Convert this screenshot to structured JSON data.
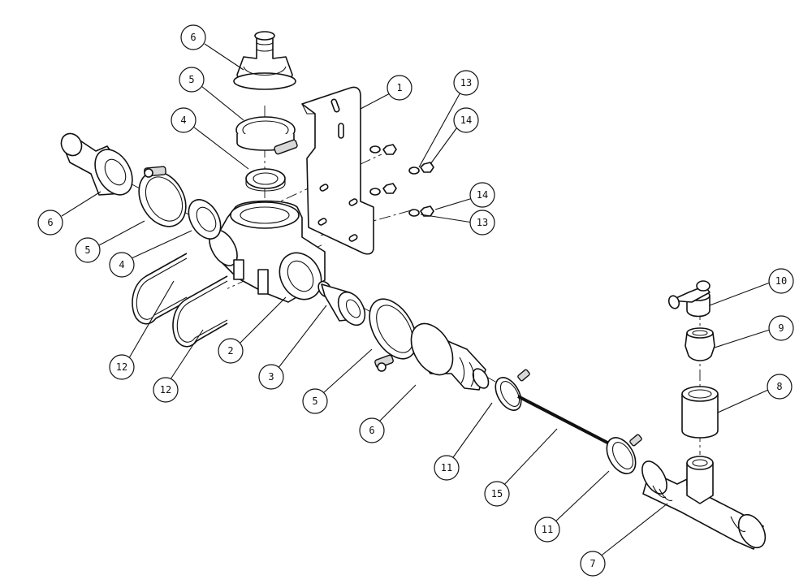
{
  "callouts": [
    {
      "id": "c6a",
      "label": "6"
    },
    {
      "id": "c5a",
      "label": "5"
    },
    {
      "id": "c4a",
      "label": "4"
    },
    {
      "id": "c1",
      "label": "1"
    },
    {
      "id": "c13a",
      "label": "13"
    },
    {
      "id": "c14a",
      "label": "14"
    },
    {
      "id": "c14b",
      "label": "14"
    },
    {
      "id": "c13b",
      "label": "13"
    },
    {
      "id": "c6b",
      "label": "6"
    },
    {
      "id": "c5b",
      "label": "5"
    },
    {
      "id": "c4b",
      "label": "4"
    },
    {
      "id": "c12a",
      "label": "12"
    },
    {
      "id": "c12b",
      "label": "12"
    },
    {
      "id": "c2",
      "label": "2"
    },
    {
      "id": "c3",
      "label": "3"
    },
    {
      "id": "c5c",
      "label": "5"
    },
    {
      "id": "c6c",
      "label": "6"
    },
    {
      "id": "c10",
      "label": "10"
    },
    {
      "id": "c9",
      "label": "9"
    },
    {
      "id": "c8",
      "label": "8"
    },
    {
      "id": "c11a",
      "label": "11"
    },
    {
      "id": "c15",
      "label": "15"
    },
    {
      "id": "c11b",
      "label": "11"
    },
    {
      "id": "c7",
      "label": "7"
    }
  ]
}
